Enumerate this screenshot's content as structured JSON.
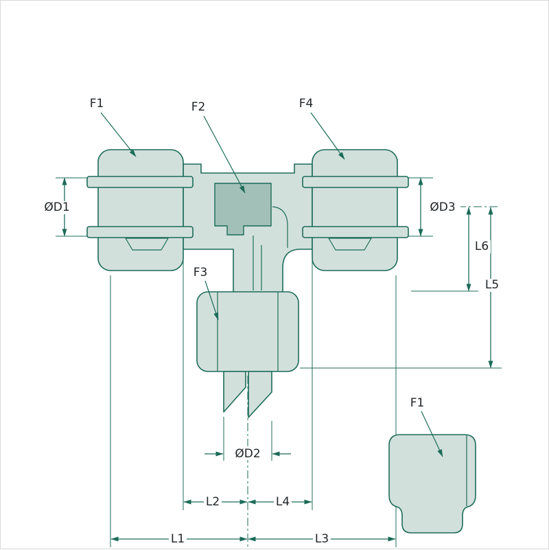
{
  "diagram": {
    "labels": {
      "f1": "F1",
      "f2": "F2",
      "f3": "F3",
      "f4": "F4",
      "d1": "ØD1",
      "d2": "ØD2",
      "d3": "ØD3",
      "l1": "L1",
      "l2": "L2",
      "l3": "L3",
      "l4": "L4",
      "l5": "L5",
      "l6": "L6",
      "f1_detail": "F1"
    },
    "colors": {
      "outline": "#1b6b58",
      "fill": "#d2e0db",
      "fill_dark": "#a2c0b7",
      "dimension": "#1b6b58",
      "text": "#1f2326",
      "background": "#ffffff"
    }
  }
}
